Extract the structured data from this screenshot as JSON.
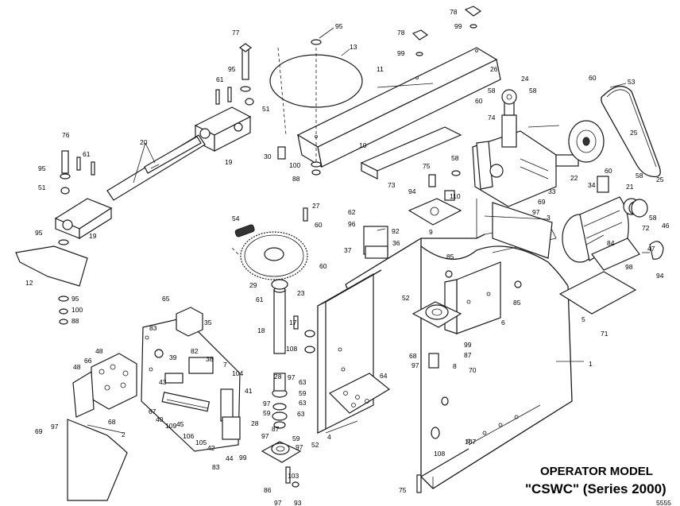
{
  "caption": {
    "line1": "OPERATOR MODEL",
    "line2": "\"CSWC\" (Series 2000)",
    "code": "5555"
  },
  "callouts": [
    {
      "id": "c95a",
      "label": "95"
    },
    {
      "id": "c13",
      "label": "13"
    },
    {
      "id": "c78a",
      "label": "78"
    },
    {
      "id": "c99a",
      "label": "99"
    },
    {
      "id": "c77",
      "label": "77"
    },
    {
      "id": "c95b",
      "label": "95"
    },
    {
      "id": "c61a",
      "label": "61"
    },
    {
      "id": "c51a",
      "label": "51"
    },
    {
      "id": "c78b",
      "label": "78"
    },
    {
      "id": "c99b",
      "label": "99"
    },
    {
      "id": "c11",
      "label": "11"
    },
    {
      "id": "c26",
      "label": "26"
    },
    {
      "id": "c24",
      "label": "24"
    },
    {
      "id": "c58a",
      "label": "58"
    },
    {
      "id": "c58b",
      "label": "58"
    },
    {
      "id": "c60a",
      "label": "60"
    },
    {
      "id": "c53",
      "label": "53"
    },
    {
      "id": "c60b",
      "label": "60"
    },
    {
      "id": "c74",
      "label": "74"
    },
    {
      "id": "c76",
      "label": "76"
    },
    {
      "id": "c20",
      "label": "20"
    },
    {
      "id": "c19a",
      "label": "19"
    },
    {
      "id": "c30",
      "label": "30"
    },
    {
      "id": "c10",
      "label": "10"
    },
    {
      "id": "c25",
      "label": "25"
    },
    {
      "id": "c61b",
      "label": "61"
    },
    {
      "id": "c95c",
      "label": "95"
    },
    {
      "id": "c100a",
      "label": "100"
    },
    {
      "id": "c88a",
      "label": "88"
    },
    {
      "id": "c58c",
      "label": "58"
    },
    {
      "id": "c22",
      "label": "22"
    },
    {
      "id": "c60c",
      "label": "60"
    },
    {
      "id": "c51b",
      "label": "51"
    },
    {
      "id": "c75a",
      "label": "75"
    },
    {
      "id": "c73",
      "label": "73"
    },
    {
      "id": "c94a",
      "label": "94"
    },
    {
      "id": "c110",
      "label": "110"
    },
    {
      "id": "c33",
      "label": "33"
    },
    {
      "id": "c58d",
      "label": "58"
    },
    {
      "id": "c25b",
      "label": "25"
    },
    {
      "id": "c34",
      "label": "34"
    },
    {
      "id": "c21",
      "label": "21"
    },
    {
      "id": "c27",
      "label": "27"
    },
    {
      "id": "c62",
      "label": "62"
    },
    {
      "id": "c69a",
      "label": "69"
    },
    {
      "id": "c97a",
      "label": "97"
    },
    {
      "id": "c58e",
      "label": "58"
    },
    {
      "id": "c19b",
      "label": "19"
    },
    {
      "id": "c54",
      "label": "54"
    },
    {
      "id": "c96",
      "label": "96"
    },
    {
      "id": "c92",
      "label": "92"
    },
    {
      "id": "c9",
      "label": "9"
    },
    {
      "id": "c3",
      "label": "3"
    },
    {
      "id": "c46",
      "label": "46"
    },
    {
      "id": "c72",
      "label": "72"
    },
    {
      "id": "c95d",
      "label": "95"
    },
    {
      "id": "c60d",
      "label": "60"
    },
    {
      "id": "c36",
      "label": "36"
    },
    {
      "id": "c84",
      "label": "84"
    },
    {
      "id": "c47",
      "label": "47"
    },
    {
      "id": "c37",
      "label": "37"
    },
    {
      "id": "c85a",
      "label": "85"
    },
    {
      "id": "c12",
      "label": "12"
    },
    {
      "id": "c60e",
      "label": "60"
    },
    {
      "id": "c98",
      "label": "98"
    },
    {
      "id": "c94b",
      "label": "94"
    },
    {
      "id": "c95e",
      "label": "95"
    },
    {
      "id": "c29",
      "label": "29"
    },
    {
      "id": "c23",
      "label": "23"
    },
    {
      "id": "c100b",
      "label": "100"
    },
    {
      "id": "c61c",
      "label": "61"
    },
    {
      "id": "c52a",
      "label": "52"
    },
    {
      "id": "c85b",
      "label": "85"
    },
    {
      "id": "c88b",
      "label": "88"
    },
    {
      "id": "c65",
      "label": "65"
    },
    {
      "id": "c5",
      "label": "5"
    },
    {
      "id": "c6",
      "label": "6"
    },
    {
      "id": "c35",
      "label": "35"
    },
    {
      "id": "c83a",
      "label": "83"
    },
    {
      "id": "c18",
      "label": "18"
    },
    {
      "id": "c71",
      "label": "71"
    },
    {
      "id": "c17",
      "label": "17"
    },
    {
      "id": "c108a",
      "label": "108"
    },
    {
      "id": "c99c",
      "label": "99"
    },
    {
      "id": "c82",
      "label": "82"
    },
    {
      "id": "c68a",
      "label": "68"
    },
    {
      "id": "c87a",
      "label": "87"
    },
    {
      "id": "c48a",
      "label": "48"
    },
    {
      "id": "c39",
      "label": "39"
    },
    {
      "id": "c38",
      "label": "38"
    },
    {
      "id": "c7",
      "label": "7"
    },
    {
      "id": "c97b",
      "label": "97"
    },
    {
      "id": "c8",
      "label": "8"
    },
    {
      "id": "c1",
      "label": "1"
    },
    {
      "id": "c48b",
      "label": "48"
    },
    {
      "id": "c66",
      "label": "66"
    },
    {
      "id": "c104",
      "label": "104"
    },
    {
      "id": "c28a",
      "label": "28"
    },
    {
      "id": "c97c",
      "label": "97"
    },
    {
      "id": "c70",
      "label": "70"
    },
    {
      "id": "c63a",
      "label": "63"
    },
    {
      "id": "c43",
      "label": "43"
    },
    {
      "id": "c41",
      "label": "41"
    },
    {
      "id": "c64",
      "label": "64"
    },
    {
      "id": "c59a",
      "label": "59"
    },
    {
      "id": "c67",
      "label": "67"
    },
    {
      "id": "c40",
      "label": "40"
    },
    {
      "id": "c109",
      "label": "109"
    },
    {
      "id": "c45",
      "label": "45"
    },
    {
      "id": "c63b",
      "label": "63"
    },
    {
      "id": "c68b",
      "label": "68"
    },
    {
      "id": "c97d",
      "label": "97"
    },
    {
      "id": "c59b",
      "label": "59"
    },
    {
      "id": "c28b",
      "label": "28"
    },
    {
      "id": "c63c",
      "label": "63"
    },
    {
      "id": "c4",
      "label": "4"
    },
    {
      "id": "c106",
      "label": "106"
    },
    {
      "id": "c105",
      "label": "105"
    },
    {
      "id": "c97e",
      "label": "97"
    },
    {
      "id": "c87b",
      "label": "87"
    },
    {
      "id": "c59c",
      "label": "59"
    },
    {
      "id": "c69b",
      "label": "69"
    },
    {
      "id": "c97f",
      "label": "97"
    },
    {
      "id": "c2",
      "label": "2"
    },
    {
      "id": "c42",
      "label": "42"
    },
    {
      "id": "c44",
      "label": "44"
    },
    {
      "id": "c99d",
      "label": "99"
    },
    {
      "id": "c97g",
      "label": "97"
    },
    {
      "id": "c52b",
      "label": "52"
    },
    {
      "id": "c107",
      "label": "107"
    },
    {
      "id": "c108b",
      "label": "108"
    },
    {
      "id": "c83b",
      "label": "83"
    },
    {
      "id": "c103",
      "label": "103"
    },
    {
      "id": "c86",
      "label": "86"
    },
    {
      "id": "c75b",
      "label": "75"
    },
    {
      "id": "c97h",
      "label": "97"
    },
    {
      "id": "c93",
      "label": "93"
    }
  ]
}
